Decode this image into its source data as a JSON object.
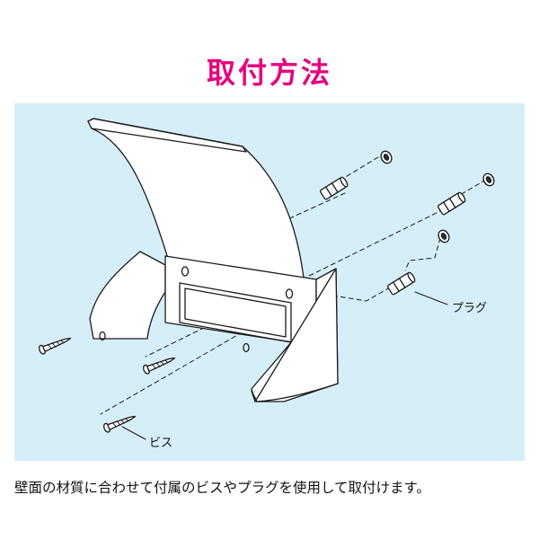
{
  "title": "取付方法",
  "labels": {
    "plug": "プラグ",
    "screw": "ビス"
  },
  "caption": "壁面の材質に合わせて付属のビスやプラグを使用して取付けます。",
  "colors": {
    "title": "#e6007e",
    "panel": "#d6eef7",
    "line": "#1a1a1a"
  }
}
